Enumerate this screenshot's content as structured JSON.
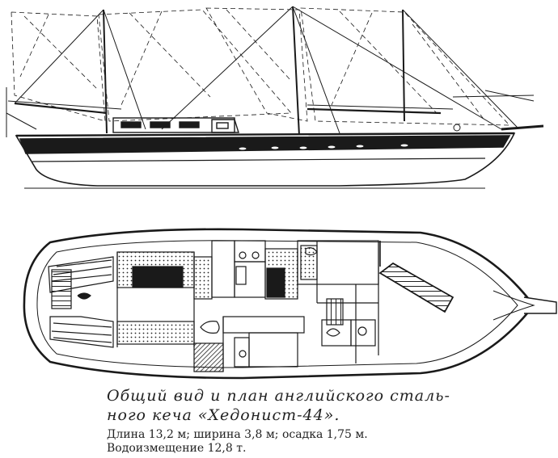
{
  "caption": {
    "title_line1": "Общий вид и план английского сталь-",
    "title_line2": "ного кеча «Хедонист-44».",
    "specs_line1": "Длина 13,2 м; ширина 3,8 м; осадка 1,75 м.",
    "specs_line2": "Водоизмещение 12,8 т."
  },
  "colors": {
    "ink": "#1a1a1a",
    "paper": "#ffffff"
  }
}
